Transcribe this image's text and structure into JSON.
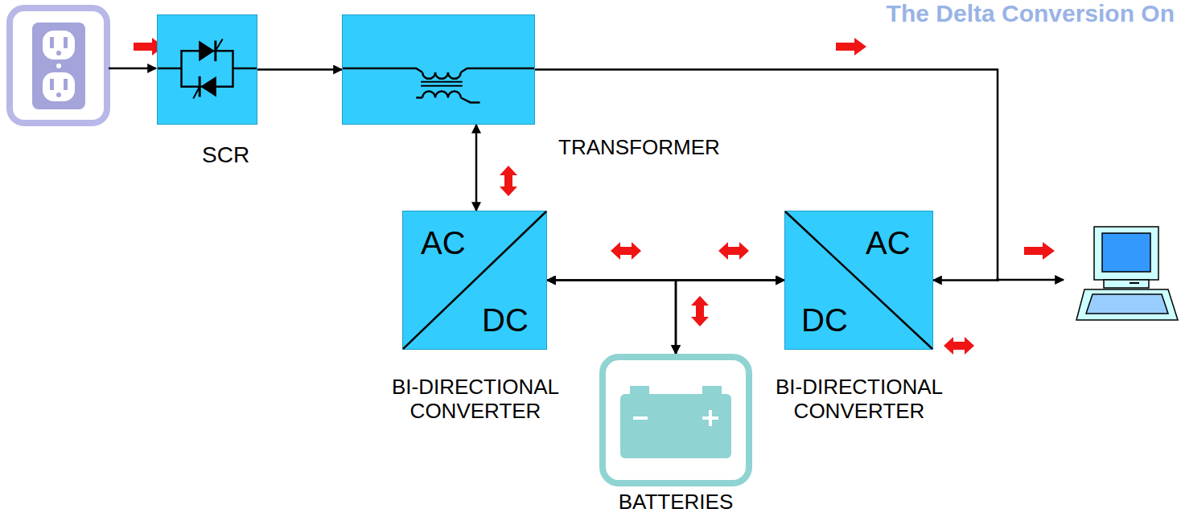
{
  "diagram": {
    "title": "The Delta Conversion On",
    "nodes": [
      {
        "text": [
          "SCR"
        ]
      },
      {
        "text": [
          "TRANSFORMER"
        ]
      },
      {
        "text": [
          "AC",
          "DC",
          "BI-DIRECTIONAL CONVERTER"
        ]
      },
      {
        "text": [
          "DC",
          "AC",
          "BI-DIRECTIONAL CONVERTER"
        ]
      },
      {
        "text": [
          "BATTERIES"
        ]
      }
    ],
    "edges": [
      {
        "from": 0,
        "to": 1,
        "arrow": "to"
      },
      {
        "from": 1,
        "to": 2,
        "arrow": "both"
      },
      {
        "from": 2,
        "to": 3,
        "arrow": "both"
      },
      {
        "from": 4,
        "to": 2,
        "arrow": "both"
      },
      {
        "from": 4,
        "to": 3,
        "arrow": "both"
      },
      {
        "from": 1,
        "to": 3,
        "arrow": "to"
      }
    ]
  }
}
